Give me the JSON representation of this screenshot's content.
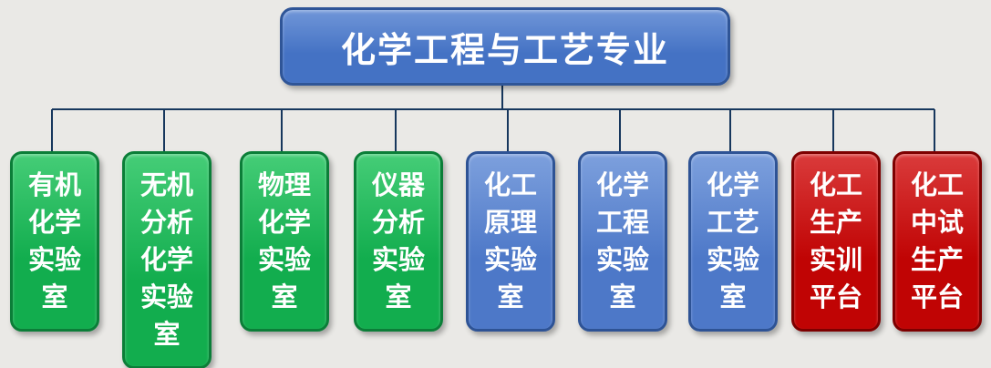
{
  "background": "#eae9e6",
  "connector_color": "#17375d",
  "root": {
    "label": "化学工程与工艺专业",
    "fill": "#4472c4",
    "fill_light": "#7096d8",
    "border": "#2f5597"
  },
  "palette": {
    "green": {
      "fill": "#12ad4e",
      "fill_light": "#45cd77",
      "border": "#0b7e38"
    },
    "blue": {
      "fill": "#4d78c8",
      "fill_light": "#7da0dd",
      "border": "#2e5395"
    },
    "red": {
      "fill": "#c00404",
      "fill_light": "#da3b3b",
      "border": "#7e0000"
    }
  },
  "children": [
    {
      "name": "有机化学实验室",
      "lines": [
        "有机",
        "化学",
        "实验",
        "室"
      ],
      "color": "green"
    },
    {
      "name": "无机分析化学实验室",
      "lines": [
        "无机",
        "分析",
        "化学",
        "实验",
        "室"
      ],
      "color": "green"
    },
    {
      "name": "物理化学实验室",
      "lines": [
        "物理",
        "化学",
        "实验",
        "室"
      ],
      "color": "green"
    },
    {
      "name": "仪器分析实验室",
      "lines": [
        "仪器",
        "分析",
        "实验",
        "室"
      ],
      "color": "green"
    },
    {
      "name": "化工原理实验室",
      "lines": [
        "化工",
        "原理",
        "实验",
        "室"
      ],
      "color": "blue"
    },
    {
      "name": "化学工程实验室",
      "lines": [
        "化学",
        "工程",
        "实验",
        "室"
      ],
      "color": "blue"
    },
    {
      "name": "化学工艺实验室",
      "lines": [
        "化学",
        "工艺",
        "实验",
        "室"
      ],
      "color": "blue"
    },
    {
      "name": "化工生产实训平台",
      "lines": [
        "化工",
        "生产",
        "实训",
        "平台"
      ],
      "color": "red"
    },
    {
      "name": "化工中试生产平台",
      "lines": [
        "化工",
        "中试",
        "生产",
        "平台"
      ],
      "color": "red"
    }
  ]
}
